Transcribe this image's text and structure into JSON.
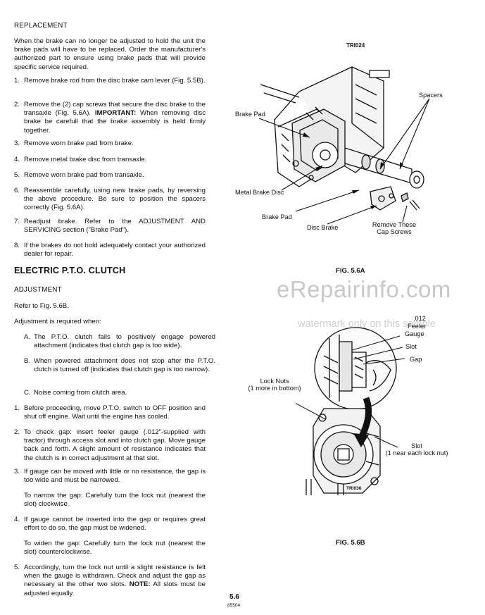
{
  "replacement": {
    "heading": "REPLACEMENT",
    "intro": "When the brake can no longer be adjusted to hold the unit the brake pads will have to be replaced. Order the manufacturer's authorized part to ensure using brake pads that will provide specific service required.",
    "steps": [
      {
        "num": "1.",
        "text": "Remove brake rod from the disc brake cam lever (Fig. 5.5B)."
      },
      {
        "num": "2.",
        "text_a": "Remove the (2) cap screws that secure the disc brake to the transaxle (Fig. 5.6A).",
        "strong": "IMPORTANT:",
        "text_b": "When removing disc brake be carefull that the brake assembly is held firmly together."
      },
      {
        "num": "3.",
        "text": "Remove worn brake pad from brake."
      },
      {
        "num": "4.",
        "text": "Remove metal brake disc from transaxle."
      },
      {
        "num": "5.",
        "text": "Remove worn brake pad from transaxle."
      },
      {
        "num": "6.",
        "text": "Reassemble carefully, using new brake pads, by reversing the above procedure. Be sure to position the spacers correctly (Fig. 5.6A)."
      },
      {
        "num": "7.",
        "text": "Readjust brake. Refer to the ADJUSTMENT AND SERVICING section (\"Brake Pad\")."
      },
      {
        "num": "8.",
        "text": "If the brakes do not hold adequately contact your authorized dealer for repair."
      }
    ]
  },
  "pto": {
    "title": "ELECTRIC P.T.O. CLUTCH",
    "sub_heading": "ADJUSTMENT",
    "refer": "Refer to Fig. 5.6B.",
    "required": "Adjustment is required when:",
    "conditions": [
      {
        "num": "A.",
        "text": "The P.T.O. clutch fails to positively engage powered attachment (indicates that clutch gap is too wide)."
      },
      {
        "num": "B.",
        "text": "When powered attachment does not stop after the P.T.O. clutch is turned off (indicates that clutch gap is too narrow)."
      },
      {
        "num": "C.",
        "text": "Noise coming from clutch area."
      }
    ],
    "steps": [
      {
        "num": "1.",
        "text": "Before proceeding, move P.T.O. switch to OFF position and shut off engine. Wait until the engine has cooled."
      },
      {
        "num": "2.",
        "text": "To check gap: insert feeler gauge (.012\"-supplied with tractor) through access slot and into clutch gap. Move gauge back and forth. A slight amount of resistance indicates that the clutch is in correct adjustment at that slot."
      },
      {
        "num": "3.",
        "text": "If gauge can be moved with little or no resistance, the gap is too wide and must be narrowed."
      },
      {
        "num": "",
        "text": "To narrow the gap: Carefully turn the lock nut (nearest the slot) clockwise."
      },
      {
        "num": "4.",
        "text": "If gauge cannot be inserted into the gap or requires great effort to do so, the gap must be widened."
      },
      {
        "num": "",
        "text": "To widen the gap: Carefully turn the lock nut (nearest the slot) counterclockwise."
      },
      {
        "num": "5.",
        "text_a": "Accordingly, turn the lock nut until a slight resistance is felt when the gauge is withdrawn. Check and adjust the gap as necessary at the other two slots.",
        "strong": "NOTE:",
        "text_b": "All slots must be adjusted equally."
      }
    ]
  },
  "fig_a": {
    "caption": "FIG. 5.6A",
    "code": "TRI024",
    "labels": {
      "spacers": "Spacers",
      "brake_pad_top": "Brake Pad",
      "metal_disc": "Metal Brake Disc",
      "brake_pad_bottom": "Brake Pad",
      "disc_brake": "Disc Brake",
      "remove_screws_1": "Remove These",
      "remove_screws_2": "Cap Screws"
    }
  },
  "fig_b": {
    "caption": "FIG. 5.6B",
    "code": "TRI036",
    "labels": {
      "feeler_1": ".012",
      "feeler_2": "Feeler",
      "feeler_3": "Gauge",
      "slot_top": "Slot",
      "gap": "Gap",
      "lock_nuts_1": "Lock Nuts",
      "lock_nuts_2": "(1 more in bottom)",
      "slot_right_1": "Slot",
      "slot_right_2": "(1 near each lock nut)"
    }
  },
  "watermark": {
    "main": "eRepairinfo.com",
    "sub": "watermark only on this sample"
  },
  "footer": {
    "page": "5.6",
    "code": "85504"
  }
}
